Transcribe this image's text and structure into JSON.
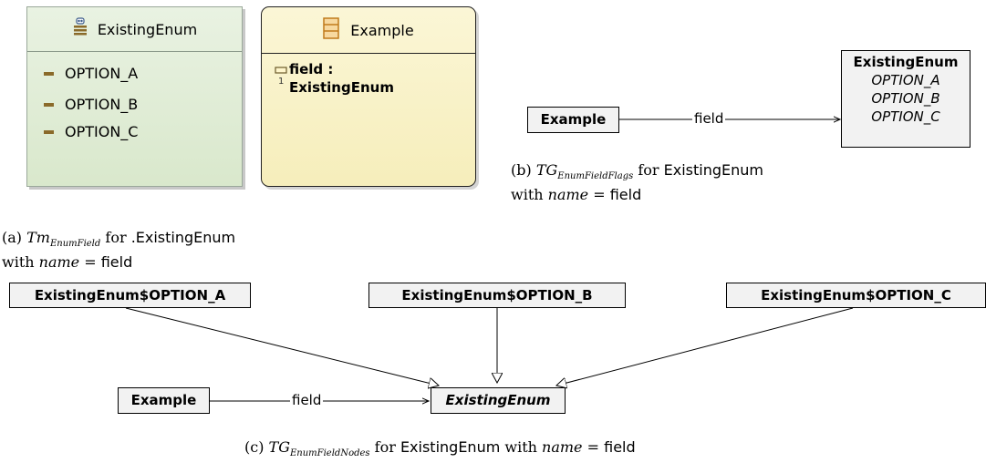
{
  "panel_a": {
    "enum_box": {
      "title": "ExistingEnum",
      "icon": "enum-icon",
      "literals": [
        "OPTION_A",
        "OPTION_B",
        "OPTION_C"
      ],
      "bg_color": "#dfecd4"
    },
    "class_box": {
      "title": "Example",
      "icon": "class-icon",
      "field_line1": "field :",
      "field_line2": "ExistingEnum",
      "field_icon": "attribute-icon",
      "multiplicity": "1",
      "bg_color": "#f9f2c6"
    },
    "caption": {
      "label": "(a)",
      "math": "Tm",
      "sub": "EnumField",
      "for": "for",
      "target": ".ExistingEnum",
      "with": "with",
      "param": "name",
      "eq": "=",
      "value": "field"
    }
  },
  "panel_b": {
    "source": "Example",
    "edge_label": "field",
    "target_title": "ExistingEnum",
    "target_literals": [
      "OPTION_A",
      "OPTION_B",
      "OPTION_C"
    ],
    "caption": {
      "label": "(b)",
      "math": "TG",
      "sub": "EnumFieldFlags",
      "for": "for",
      "target": "ExistingEnum",
      "with": "with",
      "param": "name",
      "eq": "=",
      "value": "field"
    }
  },
  "panel_c": {
    "nodes": [
      "ExistingEnum$OPTION_A",
      "ExistingEnum$OPTION_B",
      "ExistingEnum$OPTION_C"
    ],
    "source": "Example",
    "edge_label": "field",
    "abstract_target": "ExistingEnum",
    "caption": {
      "label": "(c)",
      "math": "TG",
      "sub": "EnumFieldNodes",
      "for": "for",
      "target": "ExistingEnum",
      "with": "with",
      "param": "name",
      "eq": "=",
      "value": "field"
    }
  }
}
